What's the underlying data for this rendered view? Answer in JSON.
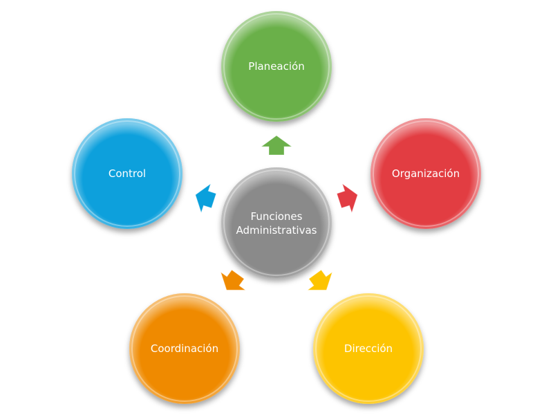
{
  "center": {
    "lines": [
      "Funciones",
      "Administrativas"
    ],
    "color": "#8a8a8a"
  },
  "nodes": [
    {
      "id": "planeacion",
      "label": "Planeación",
      "color": "#6bb04a"
    },
    {
      "id": "organizacion",
      "label": "Organización",
      "color": "#e23c43"
    },
    {
      "id": "direccion",
      "label": "Dirección",
      "color": "#fdc400"
    },
    {
      "id": "coordinacion",
      "label": "Coordinación",
      "color": "#ef8a00"
    },
    {
      "id": "control",
      "label": "Control",
      "color": "#0aa0dc"
    }
  ]
}
